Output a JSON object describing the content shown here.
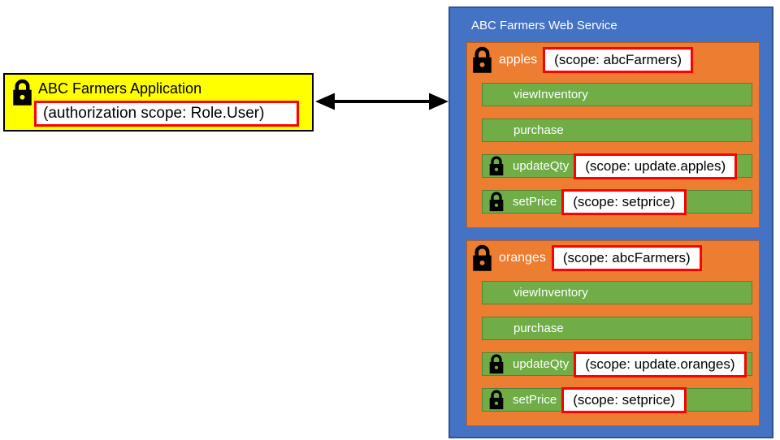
{
  "colors": {
    "app_fill": "#ffff00",
    "service_fill": "#4472c4",
    "service_border": "#2e5293",
    "resource_fill": "#ed7d31",
    "method_fill": "#70ad47",
    "method_border": "#548235",
    "highlight_border": "#ff0000",
    "badge_fill": "#ffffff",
    "text_dark": "#000000",
    "text_light": "#ffffff"
  },
  "icons": {
    "lock": "black padlock (protected scope)",
    "arrow": "double-headed horizontal arrow"
  },
  "app_box": {
    "title": "ABC Farmers Application",
    "scope_label": "(authorization scope: Role.User)"
  },
  "service": {
    "title": "ABC Farmers Web Service",
    "resources": [
      {
        "name": "apples",
        "scope_label": "(scope: abcFarmers)",
        "methods": [
          {
            "label": "viewInventory"
          },
          {
            "label": "purchase"
          },
          {
            "label": "updateQty",
            "scope_label": "(scope: update.apples)"
          },
          {
            "label": "setPrice",
            "scope_label": "(scope: setprice)"
          }
        ]
      },
      {
        "name": "oranges",
        "scope_label": "(scope: abcFarmers)",
        "methods": [
          {
            "label": "viewInventory"
          },
          {
            "label": "purchase"
          },
          {
            "label": "updateQty",
            "scope_label": "(scope: update.oranges)"
          },
          {
            "label": "setPrice",
            "scope_label": "(scope: setprice)"
          }
        ]
      }
    ]
  }
}
